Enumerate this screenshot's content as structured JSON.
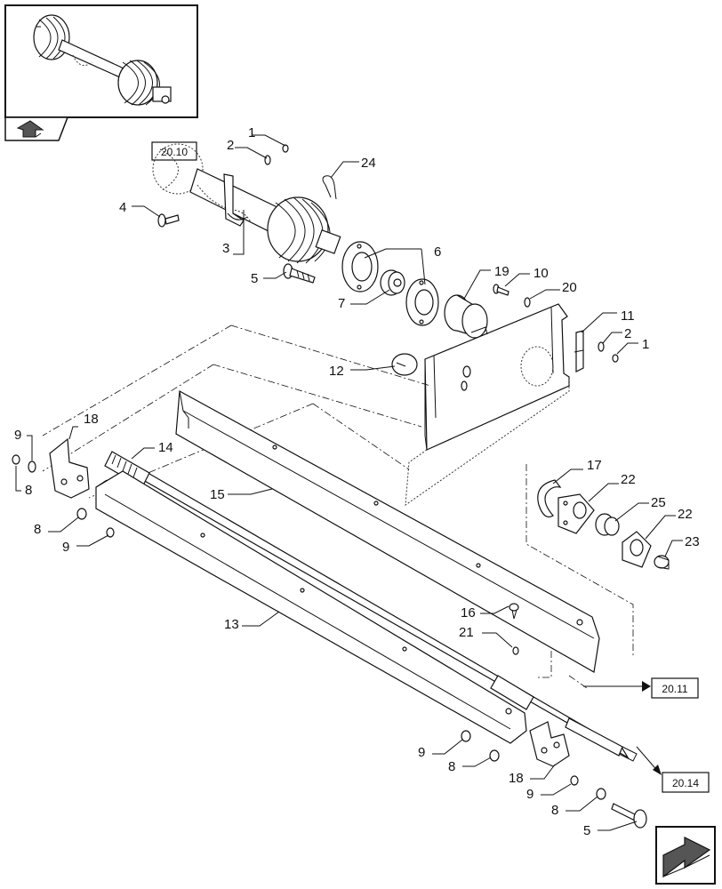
{
  "ref_boxes": [
    {
      "id": "ref-20-10",
      "label": "20.10"
    },
    {
      "id": "ref-20-11",
      "label": "20.11"
    },
    {
      "id": "ref-20-14",
      "label": "20.14"
    }
  ],
  "callouts": [
    {
      "id": "c1a",
      "label": "1"
    },
    {
      "id": "c2a",
      "label": "2"
    },
    {
      "id": "c24",
      "label": "24"
    },
    {
      "id": "c4",
      "label": "4"
    },
    {
      "id": "c3",
      "label": "3"
    },
    {
      "id": "c6",
      "label": "6"
    },
    {
      "id": "c5a",
      "label": "5"
    },
    {
      "id": "c19",
      "label": "19"
    },
    {
      "id": "c10",
      "label": "10"
    },
    {
      "id": "c20",
      "label": "20"
    },
    {
      "id": "c7",
      "label": "7"
    },
    {
      "id": "c11",
      "label": "11"
    },
    {
      "id": "c2b",
      "label": "2"
    },
    {
      "id": "c1b",
      "label": "1"
    },
    {
      "id": "c12",
      "label": "12"
    },
    {
      "id": "c9a",
      "label": "9"
    },
    {
      "id": "c18a",
      "label": "18"
    },
    {
      "id": "c8a",
      "label": "8"
    },
    {
      "id": "c14",
      "label": "14"
    },
    {
      "id": "c15",
      "label": "15"
    },
    {
      "id": "c8b",
      "label": "8"
    },
    {
      "id": "c9b",
      "label": "9"
    },
    {
      "id": "c17",
      "label": "17"
    },
    {
      "id": "c22a",
      "label": "22"
    },
    {
      "id": "c25",
      "label": "25"
    },
    {
      "id": "c22b",
      "label": "22"
    },
    {
      "id": "c23",
      "label": "23"
    },
    {
      "id": "c13",
      "label": "13"
    },
    {
      "id": "c16",
      "label": "16"
    },
    {
      "id": "c21",
      "label": "21"
    },
    {
      "id": "c9c",
      "label": "9"
    },
    {
      "id": "c8c",
      "label": "8"
    },
    {
      "id": "c18b",
      "label": "18"
    },
    {
      "id": "c9d",
      "label": "9"
    },
    {
      "id": "c8d",
      "label": "8"
    },
    {
      "id": "c5b",
      "label": "5"
    }
  ],
  "icons": {
    "thumbnail": "pto-driveshaft-thumbnail",
    "previous": "previous-page-arrow-icon",
    "next": "next-page-arrow-icon"
  },
  "colors": {
    "line": "#111111",
    "background": "#ffffff"
  }
}
